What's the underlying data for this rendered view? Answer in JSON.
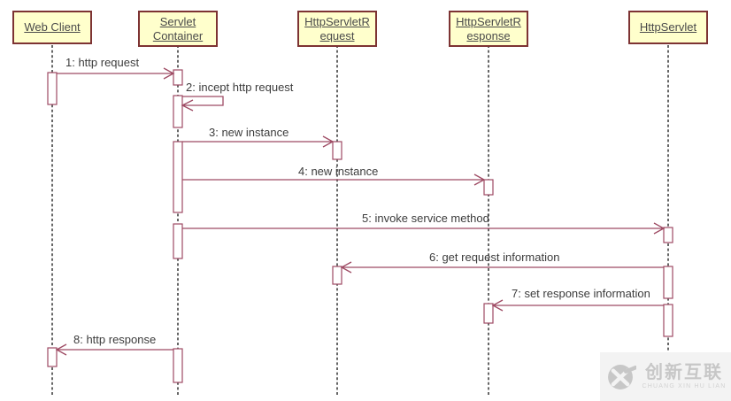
{
  "colors": {
    "box-fill": "#ffffcc",
    "box-border": "#7d3333",
    "arrow": "#9e4a63",
    "lifeline": "#4c4c4c",
    "label-text": "#3c3c3c",
    "header-text": "#4a4a4a",
    "watermark-bg": "#f3f3f3",
    "watermark-fg": "#c7c7c7"
  },
  "diagram": {
    "type": "uml-sequence",
    "actors": [
      {
        "label": "Web Client"
      },
      {
        "label": "Servlet\nContainer"
      },
      {
        "label": "HttpServletR\nequest"
      },
      {
        "label": "HttpServletR\nesponse"
      },
      {
        "label": "HttpServlet"
      }
    ],
    "messages": [
      {
        "label": "1: http request",
        "from": "Web Client",
        "to": "Servlet Container"
      },
      {
        "label": "2: incept http request",
        "from": "Servlet Container",
        "to": "Servlet Container"
      },
      {
        "label": "3: new instance",
        "from": "Servlet Container",
        "to": "HttpServletRequest"
      },
      {
        "label": "4: new instance",
        "from": "Servlet Container",
        "to": "HttpServletResponse"
      },
      {
        "label": "5: invoke service method",
        "from": "Servlet Container",
        "to": "HttpServlet"
      },
      {
        "label": "6: get request information",
        "from": "HttpServlet",
        "to": "HttpServletRequest"
      },
      {
        "label": "7: set response information",
        "from": "HttpServlet",
        "to": "HttpServletResponse"
      },
      {
        "label": "8: http response",
        "from": "Servlet Container",
        "to": "Web Client"
      }
    ]
  },
  "watermark": {
    "brand": "创新互联",
    "subtext": "CHUANG XIN HU LIAN"
  }
}
